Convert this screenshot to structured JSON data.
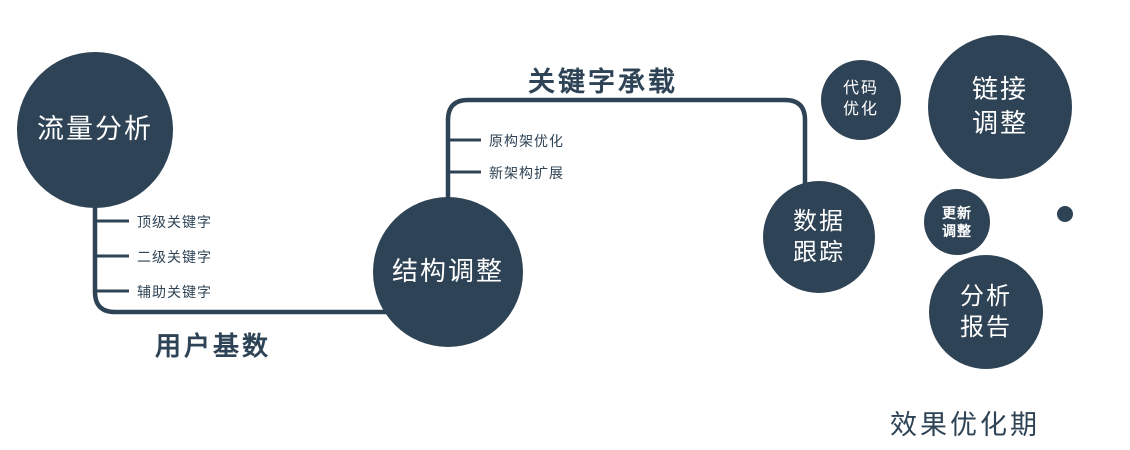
{
  "colors": {
    "primary": "#2e4355",
    "node_text": "#ffffff",
    "background": "#ffffff"
  },
  "nodes": {
    "traffic_analysis": {
      "label": "流量分析"
    },
    "structure_adjustment": {
      "label": "结构调整"
    },
    "data_tracking": {
      "lines": [
        "数据",
        "跟踪"
      ]
    },
    "code_optimization": {
      "lines": [
        "代码",
        "优化"
      ]
    },
    "link_adjustment": {
      "lines": [
        "链接",
        "调整"
      ]
    },
    "update_adjustment": {
      "lines": [
        "更新",
        "调整"
      ]
    },
    "analysis_report": {
      "lines": [
        "分析",
        "报告"
      ]
    }
  },
  "edge_labels": {
    "user_base": "用户基数",
    "keyword_carry": "关键字承载"
  },
  "branches": {
    "traffic_keywords": [
      "顶级关键字",
      "二级关键字",
      "辅助关键字"
    ],
    "structure_items": [
      "原构架优化",
      "新架构扩展"
    ]
  },
  "caption": "效果优化期"
}
